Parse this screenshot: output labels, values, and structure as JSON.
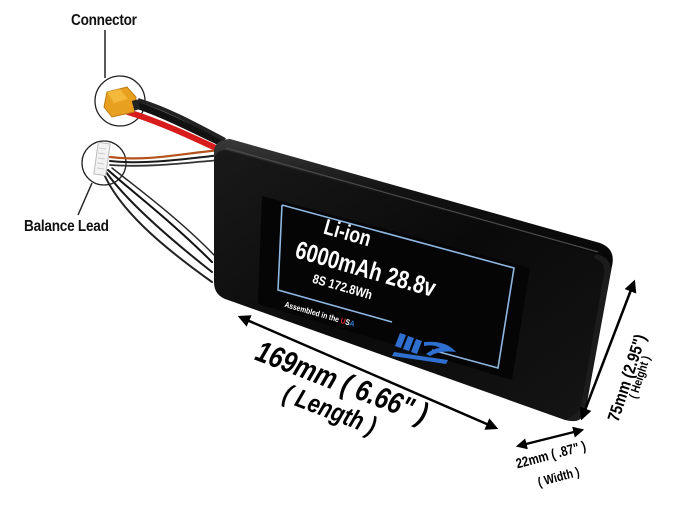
{
  "product": {
    "type": "Li-ion battery pack",
    "label": {
      "chemistry": "Li-ion",
      "capacity_voltage": "6000mAh 28.8v",
      "config_energy": "8S 172.8Wh",
      "assembled_prefix": "Assembled in the ",
      "assembled_u": "U",
      "assembled_s": "S",
      "assembled_a": "A",
      "logo": "MA logo"
    }
  },
  "callouts": {
    "connector": "Connector",
    "balance_lead": "Balance Lead"
  },
  "dimensions": {
    "length_value": "169mm ( 6.66\" )",
    "length_label": "( Length )",
    "width_value": "22mm ( .87\" )",
    "width_label": "( Width )",
    "height_value": "75mm (2.95\")",
    "height_label": "( Height )"
  },
  "colors": {
    "body": "#0d0d0d",
    "label_border": "#8fb6e0",
    "connector": "#e8a020",
    "red_wire": "#d81c1c",
    "usa_red": "#e0242a",
    "usa_blue": "#2b7fd3",
    "logo_blue": "#2f6fd0"
  }
}
